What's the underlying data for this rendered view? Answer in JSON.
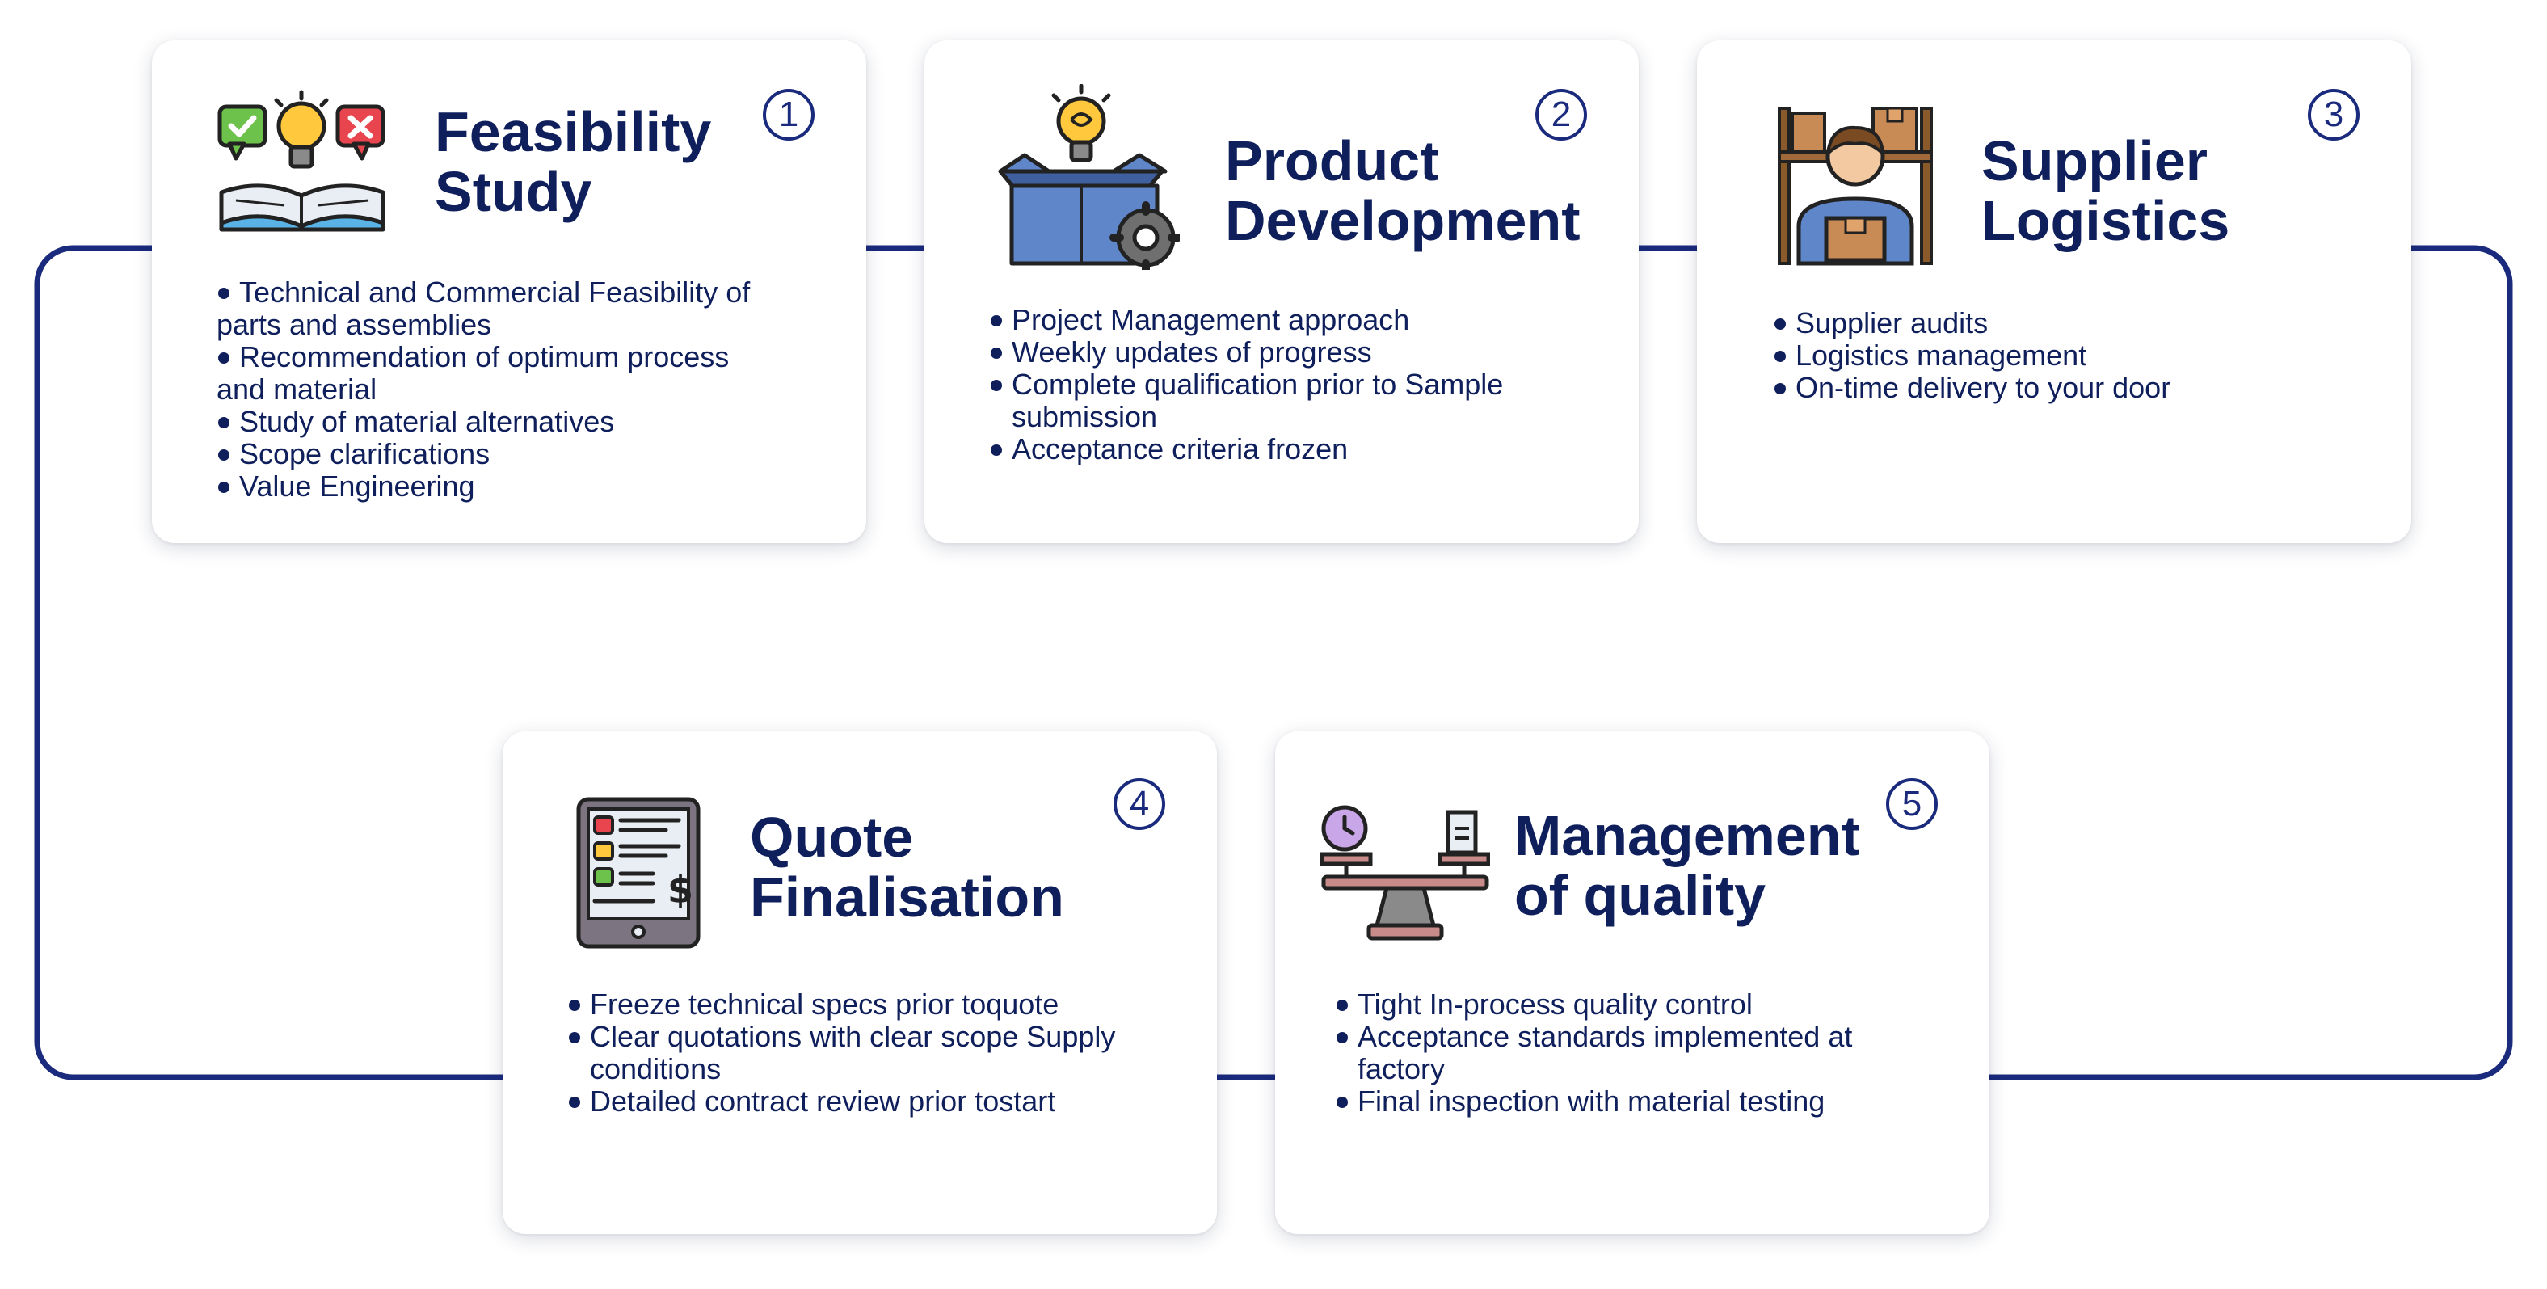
{
  "colors": {
    "line": "#1a2a7c",
    "text": "#0f1f5c",
    "card_bg": "#ffffff"
  },
  "steps": [
    {
      "number": "1",
      "title_lines": [
        "Feasibility",
        "Study"
      ],
      "icon": "feasibility-study-icon",
      "bullets": [
        "Technical and Commercial Feasibility of parts and assemblies",
        "Recommendation of optimum process and material",
        "Study of material alternatives",
        "Scope clarifications",
        "Value Engineering"
      ]
    },
    {
      "number": "2",
      "title_lines": [
        "Product",
        "Development"
      ],
      "icon": "product-box-idea-icon",
      "bullets": [
        "Project Management approach",
        "Weekly updates of progress",
        "Complete qualification prior to Sample submission",
        "Acceptance criteria frozen"
      ]
    },
    {
      "number": "3",
      "title_lines": [
        "Supplier",
        "Logistics"
      ],
      "icon": "warehouse-worker-icon",
      "bullets": [
        "Supplier audits",
        "Logistics management",
        "On-time delivery to your door"
      ]
    },
    {
      "number": "4",
      "title_lines": [
        "Quote",
        "Finalisation"
      ],
      "icon": "quote-tablet-icon",
      "bullets": [
        "Freeze technical specs prior toquote",
        "Clear quotations with clear scope Supply conditions",
        "Detailed contract review prior tostart"
      ]
    },
    {
      "number": "5",
      "title_lines": [
        "Management",
        "of quality"
      ],
      "icon": "balance-scale-icon",
      "bullets": [
        "Tight In-process quality control",
        "Acceptance standards implemented at factory",
        "Final inspection with material testing"
      ]
    }
  ]
}
